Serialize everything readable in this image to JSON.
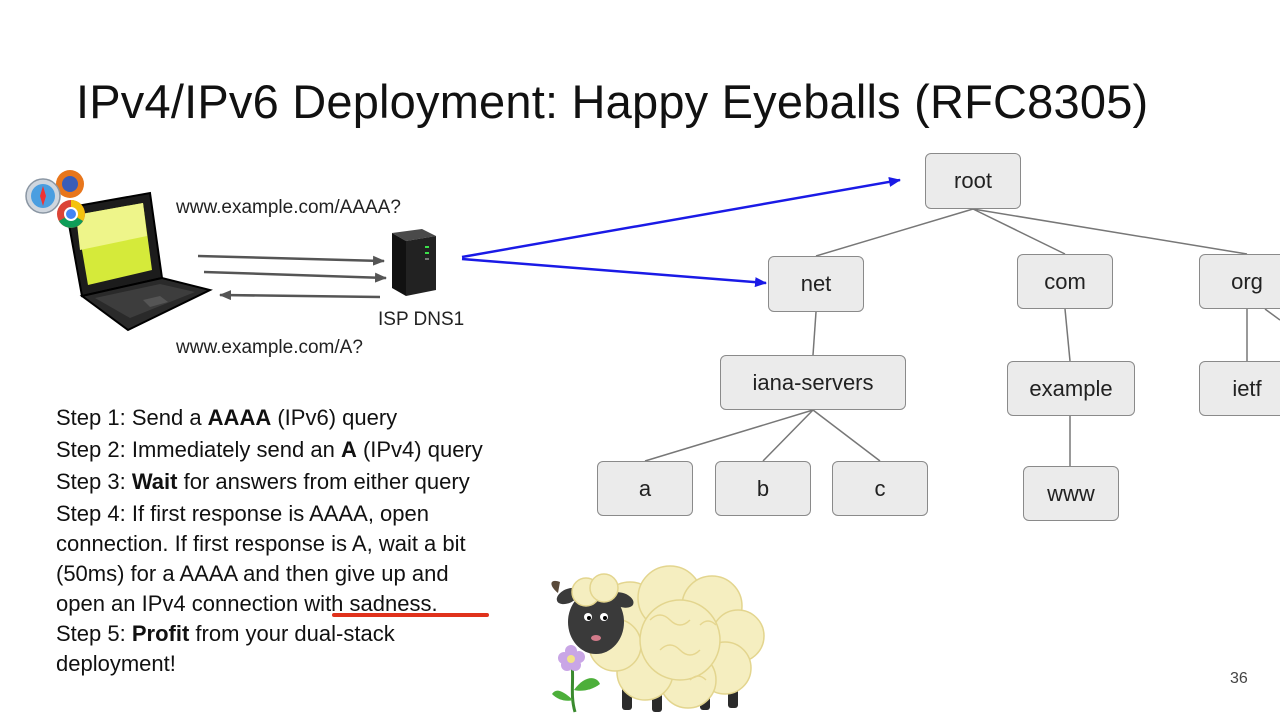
{
  "slide": {
    "title": "IPv4/IPv6 Deployment: Happy Eyeballs (RFC8305)",
    "page_number": "36"
  },
  "query_labels": {
    "aaaa": "www.example.com/AAAA?",
    "a": "www.example.com/A?",
    "dns_server": "ISP DNS1"
  },
  "tree": {
    "root": "root",
    "net": "net",
    "com": "com",
    "org": "org",
    "iana_servers": "iana-servers",
    "example": "example",
    "ietf": "ietf",
    "a": "a",
    "b": "b",
    "c": "c",
    "www": "www"
  },
  "steps": {
    "s1_prefix": "Step 1:  Send a ",
    "s1_bold": "AAAA",
    "s1_suffix": " (IPv6) query",
    "s2_prefix": "Step 2:  Immediately send an ",
    "s2_bold": "A",
    "s2_suffix": " (IPv4) query",
    "s3_prefix": "Step 3:  ",
    "s3_bold": "Wait",
    "s3_suffix": " for answers from either query",
    "s4_line1": "Step 4:  If first response is AAAA, open",
    "s4_line2": "connection.  If first response is A, wait a bit",
    "s4_line3": "(50ms) for a AAAA and then give up and",
    "s4_line4": "open an IPv4 connection with sadness.",
    "s5_prefix": "Step 5:  ",
    "s5_bold": "Profit",
    "s5_suffix": " from your dual-stack",
    "s5_line2": "deployment!"
  },
  "colors": {
    "resolver_arrow": "#1a1ae6",
    "query_arrow": "#555555",
    "underline": "#e0321c"
  }
}
